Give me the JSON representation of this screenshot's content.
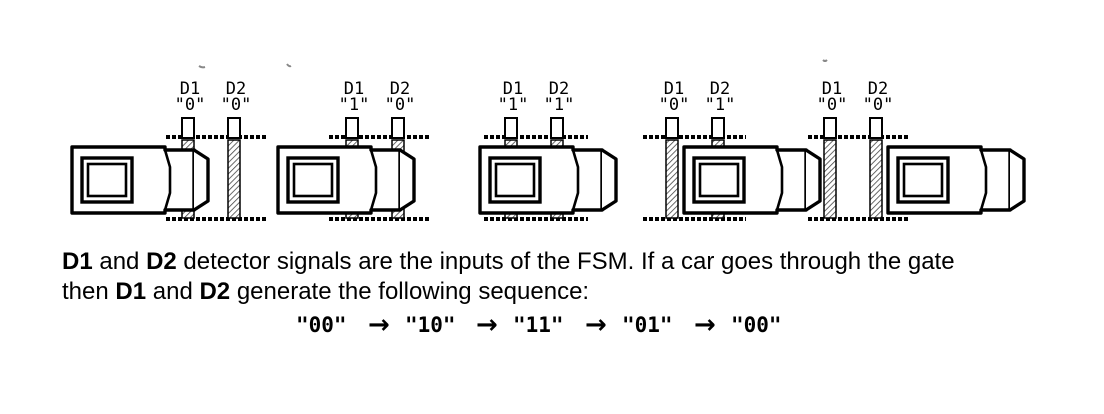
{
  "frames": [
    {
      "d1_label": "D1",
      "d2_label": "D2",
      "d1_value": "\"0\"",
      "d2_value": "\"0\""
    },
    {
      "d1_label": "D1",
      "d2_label": "D2",
      "d1_value": "\"1\"",
      "d2_value": "\"0\""
    },
    {
      "d1_label": "D1",
      "d2_label": "D2",
      "d1_value": "\"1\"",
      "d2_value": "\"1\""
    },
    {
      "d1_label": "D1",
      "d2_label": "D2",
      "d1_value": "\"0\"",
      "d2_value": "\"1\""
    },
    {
      "d1_label": "D1",
      "d2_label": "D2",
      "d1_value": "\"0\"",
      "d2_value": "\"0\""
    }
  ],
  "caption": {
    "d1": "D1",
    "and1": " and ",
    "d2": "D2",
    "line1_rest": " detector signals are the inputs of the FSM.  If a car goes through the gate",
    "line2_start": "then ",
    "d1b": "D1",
    "and2": " and ",
    "d2b": "D2",
    "line2_rest": " generate the following sequence:"
  },
  "sequence": [
    "\"00\"",
    "\"10\"",
    "\"11\"",
    "\"01\"",
    "\"00\""
  ],
  "sequence_arrow": "→"
}
